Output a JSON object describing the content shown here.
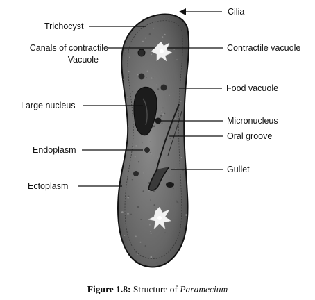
{
  "labels": {
    "cilia": "Cilia",
    "trichocyst": "Trichocyst",
    "canals_line1": "Canals of contractile",
    "canals_line2": "Vacuole",
    "contractile_vacuole": "Contractile vacuole",
    "food_vacuole": "Food vacuole",
    "large_nucleus": "Large nucleus",
    "micronucleus": "Micronucleus",
    "oral_groove": "Oral groove",
    "endoplasm": "Endoplasm",
    "gullet": "Gullet",
    "ectoplasm": "Ectoplasm"
  },
  "caption": {
    "figure_number": "Figure 1.8:",
    "text": "Structure of",
    "species": "Paramecium"
  },
  "colors": {
    "body_fill": "#6f6f6f",
    "outline": "#111111",
    "nucleus": "#1c1c1c",
    "vacuole_star": "#f2f2f2",
    "background": "#ffffff"
  }
}
